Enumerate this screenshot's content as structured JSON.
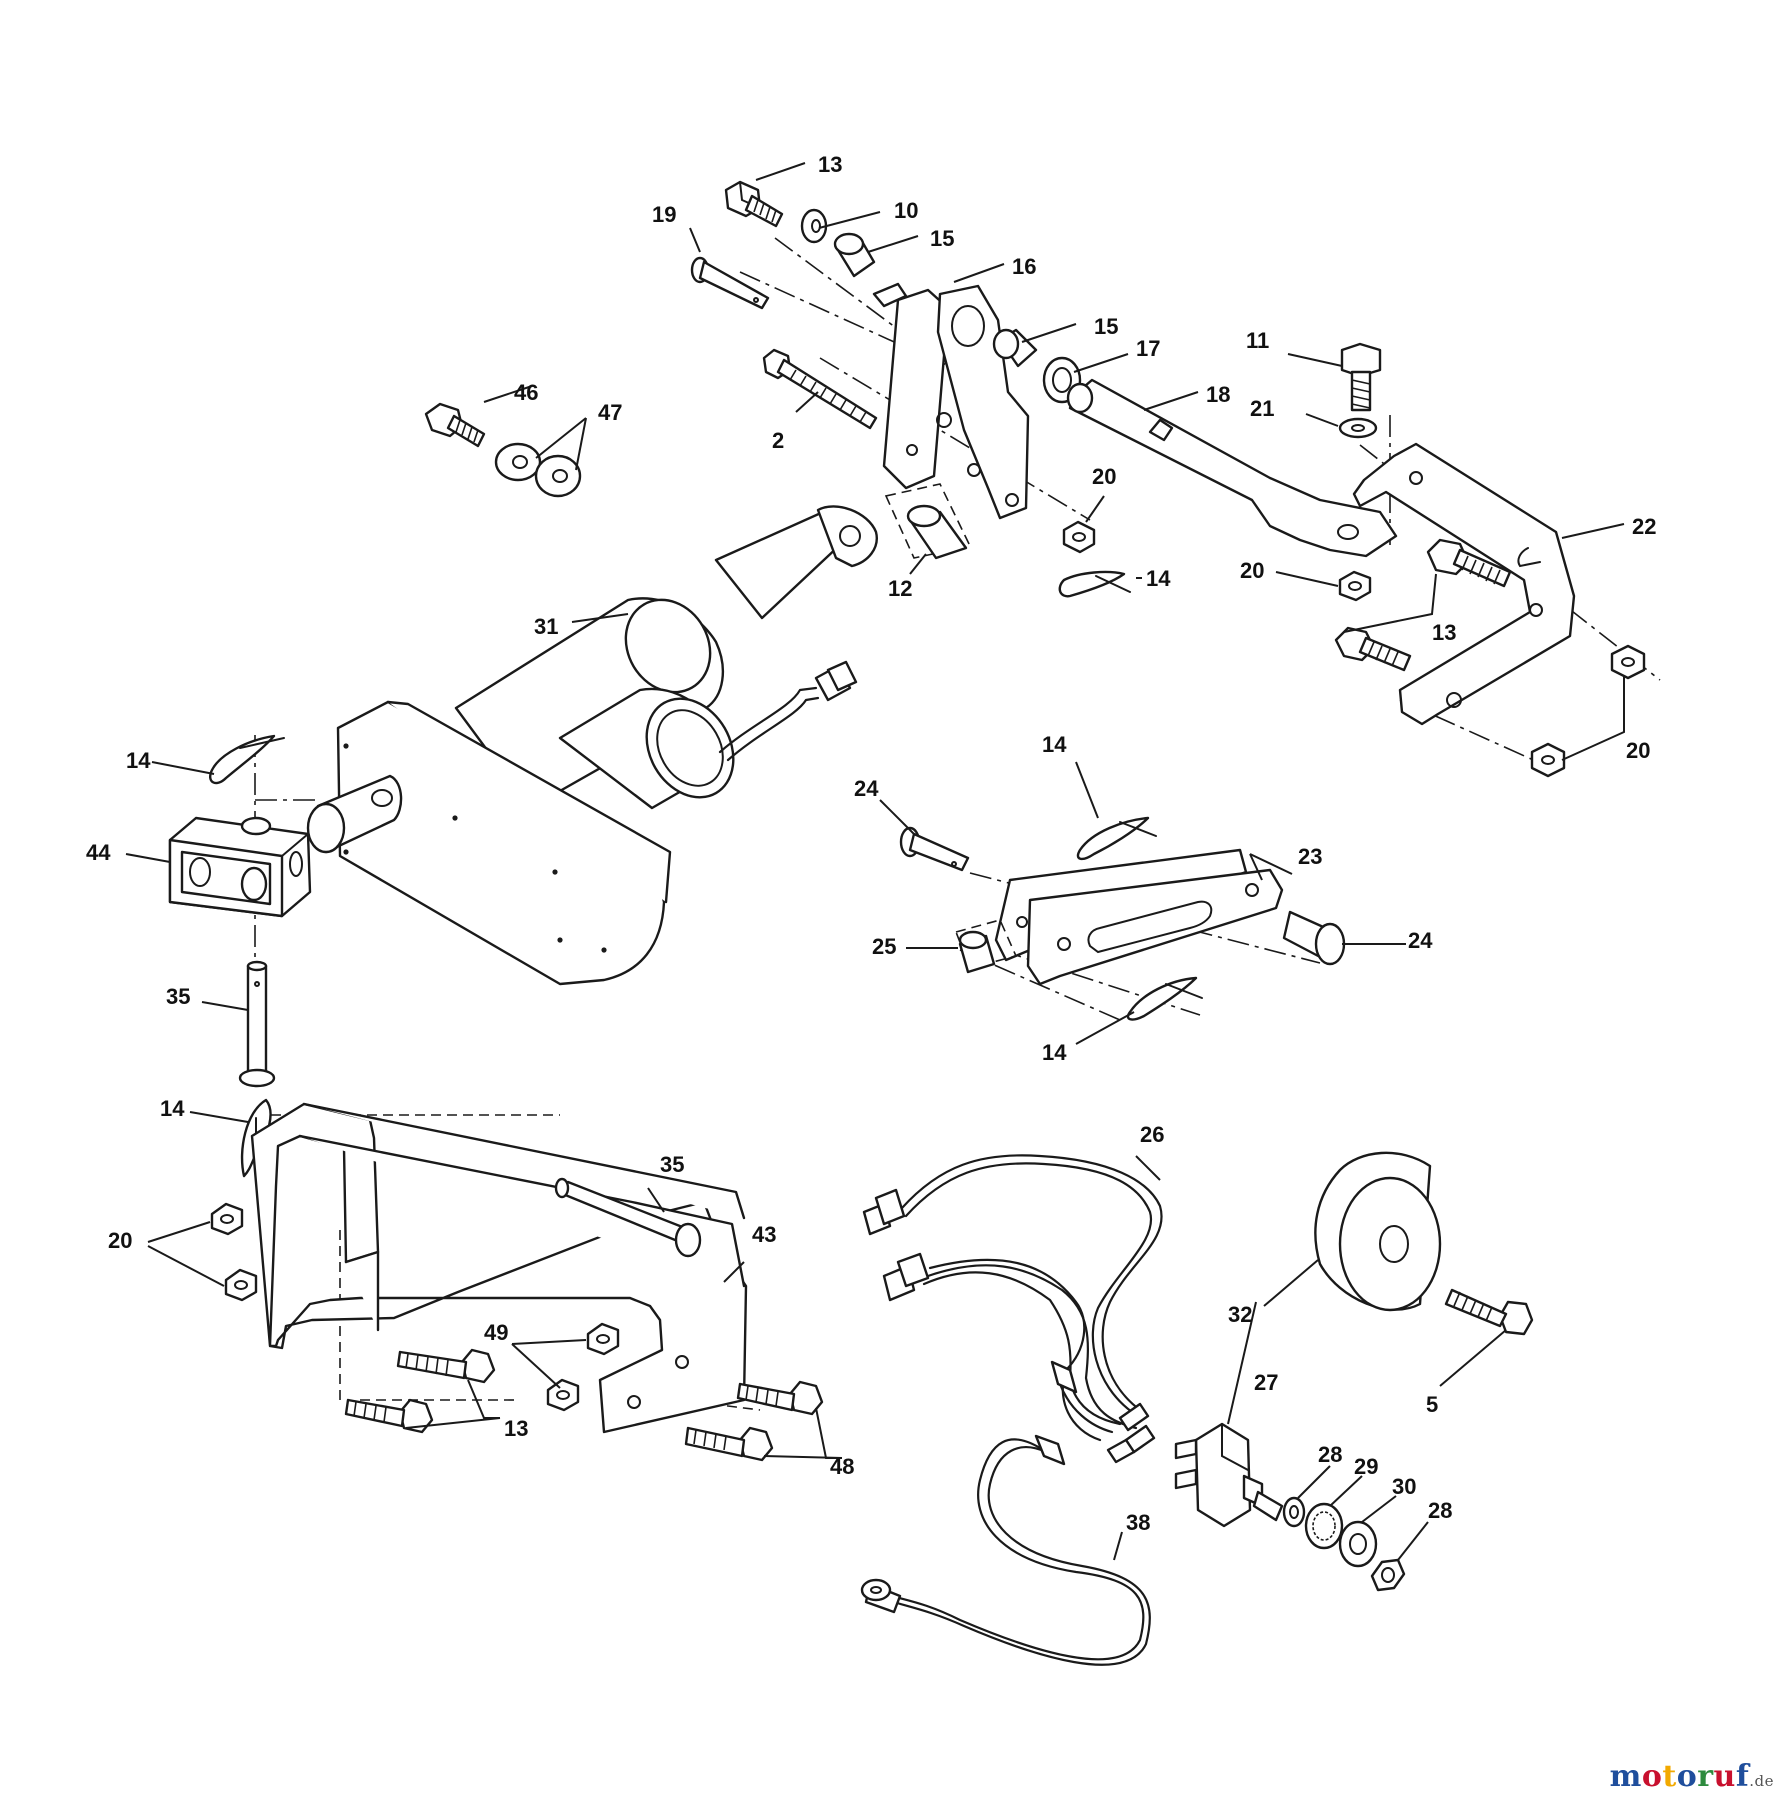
{
  "diagram": {
    "callouts": {
      "c2": "2",
      "c5": "5",
      "c10": "10",
      "c11": "11",
      "c12": "12",
      "c13a": "13",
      "c13b": "13",
      "c13c": "13",
      "c14a": "14",
      "c14b": "14",
      "c14c": "14",
      "c14d": "14",
      "c14e": "14",
      "c15a": "15",
      "c15b": "15",
      "c16": "16",
      "c17": "17",
      "c18": "18",
      "c19": "19",
      "c20a": "20",
      "c20b": "20",
      "c20c": "20",
      "c20d": "20",
      "c21": "21",
      "c22": "22",
      "c23": "23",
      "c24a": "24",
      "c24b": "24",
      "c25": "25",
      "c26": "26",
      "c27": "27",
      "c28a": "28",
      "c28b": "28",
      "c29": "29",
      "c30": "30",
      "c31": "31",
      "c32": "32",
      "c35a": "35",
      "c35b": "35",
      "c38": "38",
      "c43": "43",
      "c44": "44",
      "c46": "46",
      "c47": "47",
      "c48": "48",
      "c49": "49"
    }
  },
  "watermark": {
    "brand_letters": [
      "m",
      "o",
      "t",
      "o",
      "r",
      "u",
      "f"
    ],
    "brand_colors": [
      "#1f4e9c",
      "#c8102e",
      "#f2a900",
      "#1f4e9c",
      "#2e8b3e",
      "#c8102e",
      "#1f4e9c"
    ],
    "suffix": ".de"
  }
}
